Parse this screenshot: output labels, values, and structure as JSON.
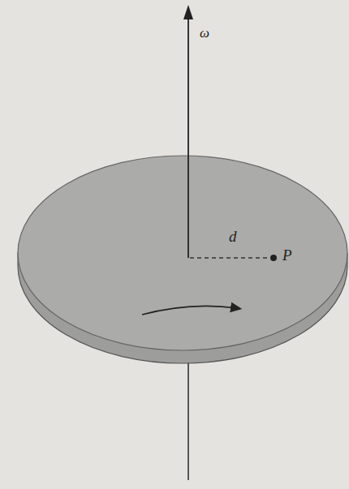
{
  "diagram": {
    "labels": [
      "ω",
      "d",
      "P"
    ]
  }
}
